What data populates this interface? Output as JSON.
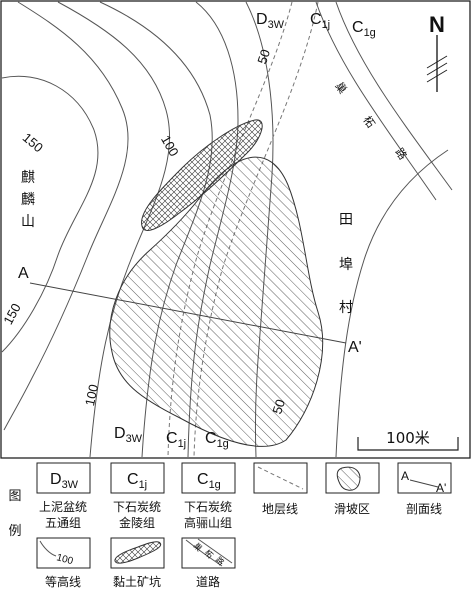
{
  "north_label": "N",
  "hill_name": [
    "麒",
    "麟",
    "山"
  ],
  "village_name": [
    "田",
    "埠",
    "村"
  ],
  "road_name": [
    "巢",
    "柘",
    "路"
  ],
  "contours": {
    "label_150_upper": "150",
    "label_150_lower": "150",
    "label_100_upper": "100",
    "label_100_lower": "100",
    "label_50_upper": "50",
    "label_50_lower": "50"
  },
  "section": {
    "start": "A",
    "end": "A'"
  },
  "strata_top": {
    "d3w_main": "D",
    "d3w_sub": "3W",
    "c1j_main": "C",
    "c1j_sub": "1j",
    "c1g_main": "C",
    "c1g_sub": "1g"
  },
  "strata_bottom": {
    "d3w_main": "D",
    "d3w_sub": "3W",
    "c1j_main": "C",
    "c1j_sub": "1j",
    "c1g_main": "C",
    "c1g_sub": "1g"
  },
  "scale_label": "100米",
  "legend": {
    "title": [
      "图",
      "例"
    ],
    "d3w": {
      "symbol_main": "D",
      "symbol_sub": "3W",
      "line1": "上泥盆统",
      "line2": "五通组"
    },
    "c1j": {
      "symbol_main": "C",
      "symbol_sub": "1j",
      "line1": "下石炭统",
      "line2": "金陵组"
    },
    "c1g": {
      "symbol_main": "C",
      "symbol_sub": "1g",
      "line1": "下石炭统",
      "line2": "高骊山组"
    },
    "stratum_line": "地层线",
    "landslide": "滑坡区",
    "section_line": {
      "label": "剖面线",
      "start": "A",
      "end": "A'"
    },
    "contour": {
      "label": "等高线",
      "value": "100"
    },
    "clay_pit": "黏土矿坑",
    "road": {
      "label": "道路",
      "chars": [
        "巢",
        "柘",
        "路"
      ]
    }
  }
}
